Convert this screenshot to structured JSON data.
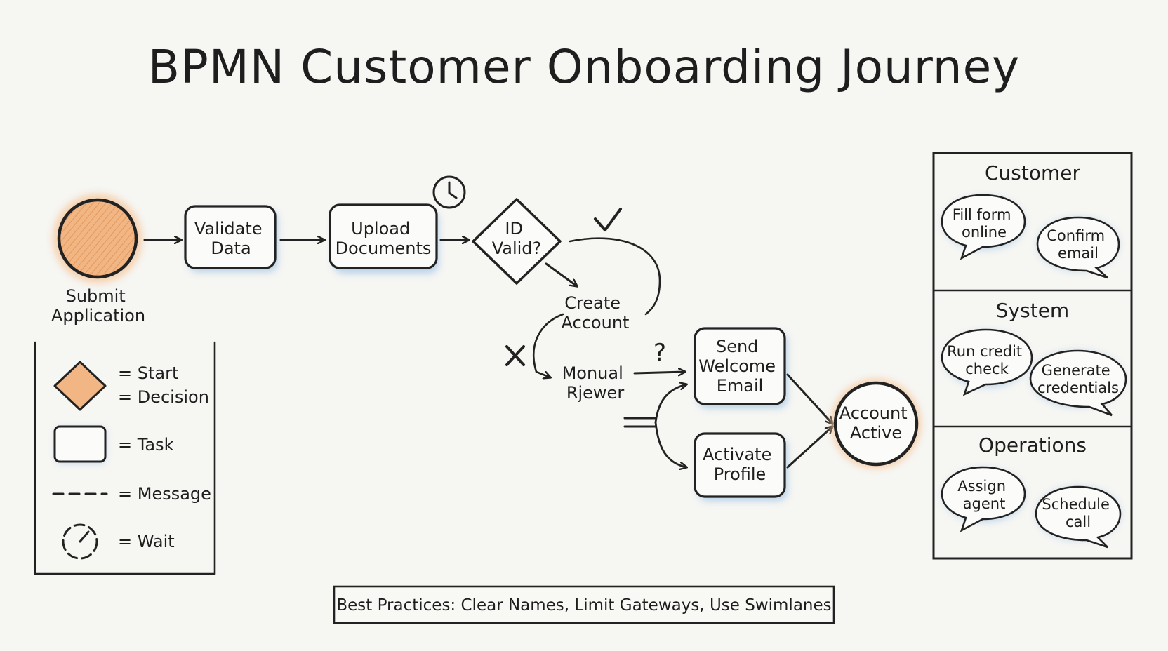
{
  "title": "BPMN Customer Onboarding Journey",
  "colors": {
    "ink": "#222222",
    "orange": "#f0b27a",
    "orange_glow": "#f5c79c",
    "blue_glow": "#a9c9e6",
    "paper": "#f6f6f3"
  },
  "flow": {
    "start_event": [
      "Submit",
      "Application"
    ],
    "validate_task": [
      "Validate",
      "Data"
    ],
    "upload_task": [
      "Upload",
      "Documents"
    ],
    "gateway": [
      "ID",
      "Valid?"
    ],
    "create_account": [
      "Create",
      "Account"
    ],
    "manual_review": [
      "Monual",
      "Rjewer"
    ],
    "welcome_task": [
      "Send",
      "Welcome",
      "Email"
    ],
    "activate_task": [
      "Activate",
      "Profile"
    ],
    "end_event": [
      "Account",
      "Active"
    ],
    "question_mark": "?",
    "icons": [
      "clock-icon",
      "checkmark-icon",
      "cross-icon"
    ]
  },
  "legend": {
    "start_label": "= Start",
    "decision_label": "= Decision",
    "task_label": "= Task",
    "message_label": "= Message",
    "wait_label": "= Wait"
  },
  "swimlanes": [
    {
      "name": "Customer",
      "bubbles": [
        [
          "Fill form",
          "online"
        ],
        [
          "Confirm",
          "email"
        ]
      ]
    },
    {
      "name": "System",
      "bubbles": [
        [
          "Run credit",
          "check"
        ],
        [
          "Generate",
          "credentials"
        ]
      ]
    },
    {
      "name": "Operations",
      "bubbles": [
        [
          "Assign",
          "agent"
        ],
        [
          "Schedule",
          "call"
        ]
      ]
    }
  ],
  "footer": "Best Practices: Clear Names, Limit Gateways, Use Swimlanes"
}
